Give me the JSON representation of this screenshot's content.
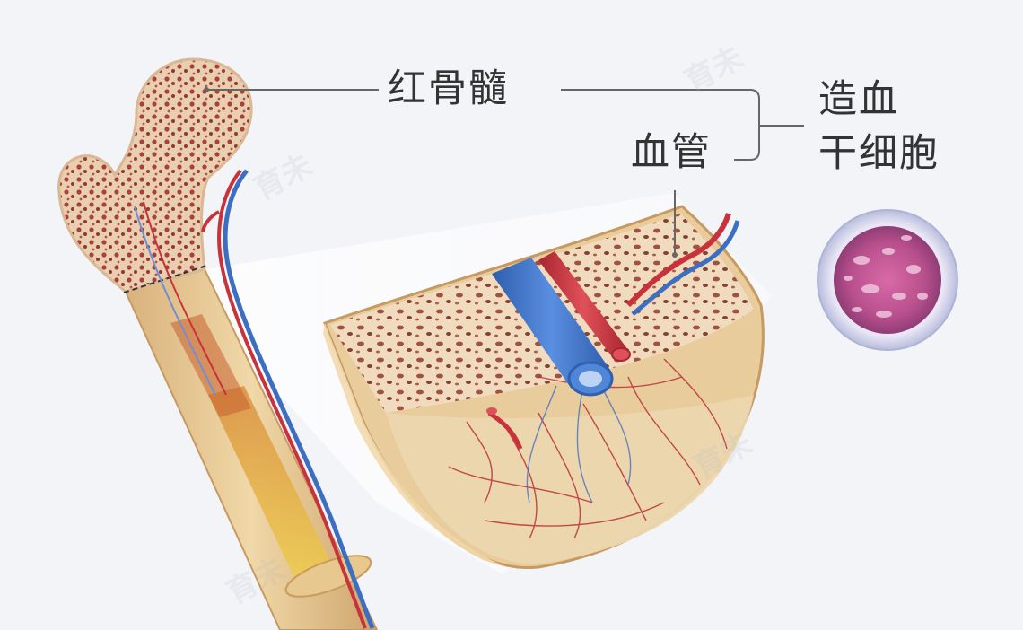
{
  "labels": {
    "red_marrow": "红骨髓",
    "blood_vessel": "血管",
    "stem_cell_line1": "造血",
    "stem_cell_line2": "干细胞"
  },
  "colors": {
    "background": "#f3f4f8",
    "bone": "#e8cfa5",
    "marrow": "#b8474a",
    "artery": "#c8333b",
    "vein": "#3c6fc2",
    "stem_cell": "#c64f93",
    "leader_line": "#666666"
  }
}
